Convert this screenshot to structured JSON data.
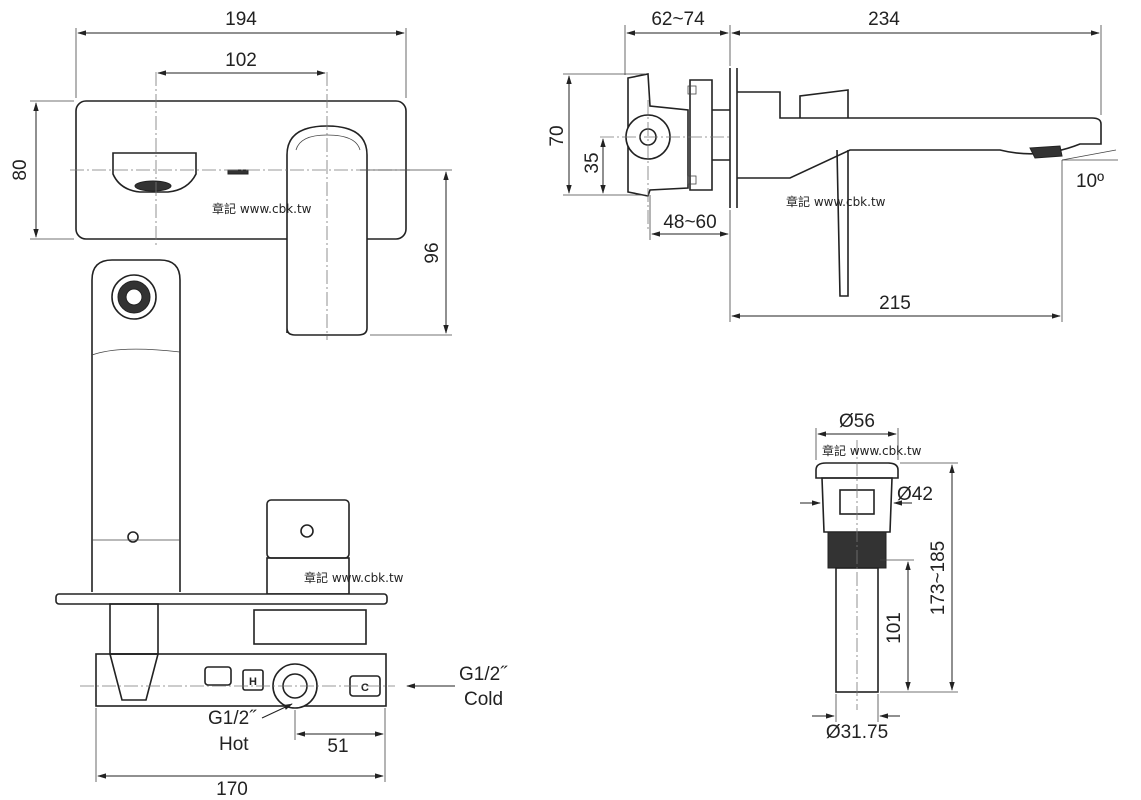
{
  "dimensions": {
    "width_194": "194",
    "spacing_102": "102",
    "height_80": "80",
    "lever_96": "96",
    "wall_depth": "62~74",
    "spout_234": "234",
    "height_70": "70",
    "center_35": "35",
    "angle": "10º",
    "body_depth": "48~60",
    "spout_215": "215",
    "body_170": "170",
    "offset_51": "51",
    "drain_top_dia": "Ø56",
    "drain_body_dia": "Ø42",
    "drain_height": "173~185",
    "drain_tail": "101",
    "drain_pipe_dia": "Ø31.75"
  },
  "labels": {
    "hot_size": "G1/2˝",
    "hot": "Hot",
    "cold_size": "G1/2˝",
    "cold": "Cold",
    "hot_marker": "H",
    "cold_marker": "C"
  },
  "watermark": "章記 www.cbk.tw"
}
